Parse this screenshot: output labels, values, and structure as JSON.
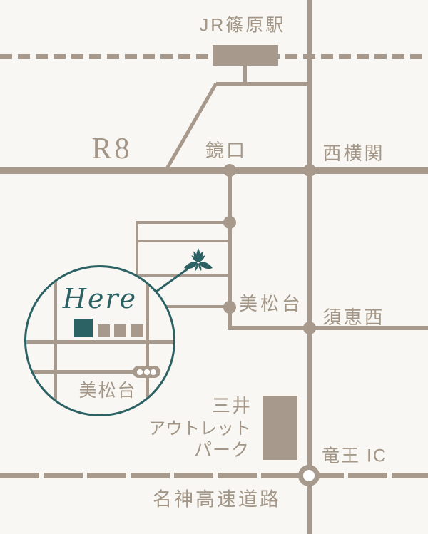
{
  "title": "access-map",
  "colors": {
    "background": "#f8f7f4",
    "road": "#a79a8c",
    "label_text": "#a39686",
    "accent_teal": "#2d6264",
    "white": "#ffffff"
  },
  "icons": {
    "marker": "plant-icon",
    "signal": "traffic-light-icon",
    "interchange": "open-circle-icon"
  },
  "labels": {
    "station": "JR篠原駅",
    "route8": "R8",
    "kagamiguchi": "鏡口",
    "nishi_yokozeki": "西横関",
    "mimatsudai": "美松台",
    "suenishi": "須恵西",
    "ryuo_ic": "竜王 IC",
    "meishin_expressway": "名神高速道路",
    "mitsui": {
      "line1": "三井",
      "line2": "アウトレット",
      "line3": "パーク"
    },
    "inset": {
      "here": "Here",
      "mimatsudai": "美松台"
    }
  }
}
